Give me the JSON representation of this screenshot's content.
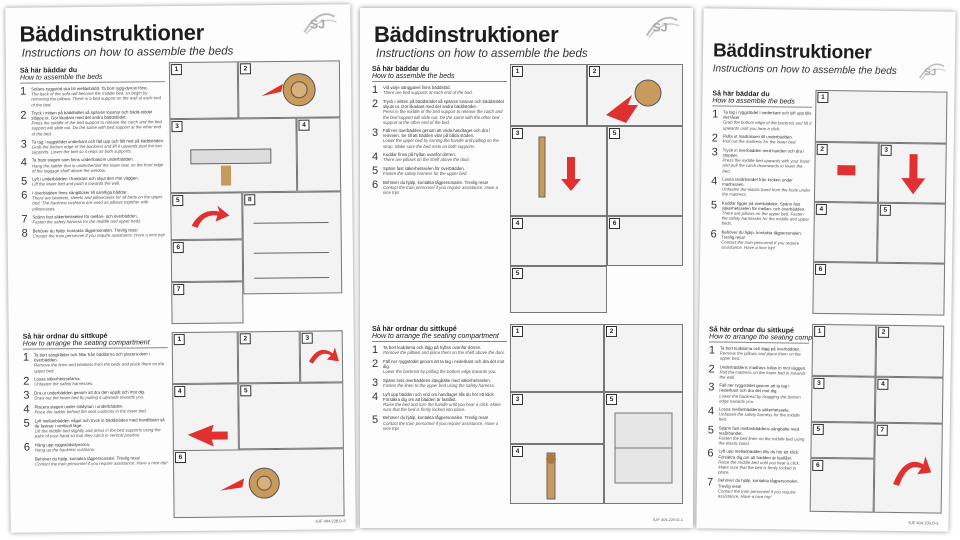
{
  "document": {
    "title": "Bäddinstruktioner",
    "subtitle": "Instructions on how to assemble the beds",
    "logo_text": "SJ",
    "colors": {
      "accent": "#e03030",
      "frame": "#777777",
      "wood": "#c89a5c"
    }
  },
  "sheet_1": {
    "make_bed": {
      "heading": "Så här bäddar du",
      "subheading": "How to assemble the beds",
      "steps": [
        {
          "num": "1",
          "sv": "Sofans ryggstöd ska bli mellanbädd. Ta bort rygg-dynan först.",
          "en": "The back of the sofa will become the middle bed, so begin by removing the pillows. There is a bed support on the wall at each end of the bed."
        },
        {
          "num": "2",
          "sv": "Tryck i mitten på bäddhöllet så spärren lossnar och bädd-stödet släpps ut. Gör likadant med det andra bäddstödet.",
          "en": "Press the middle of the bed support to release the catch and the bed support will slide out. Do the same with bed support at the other end of the bed."
        },
        {
          "num": "3",
          "sv": "Ta tag i ryggstödet underkant och fäll upp och fäll ned på bäddstöden.",
          "en": "Grab the bottom edge of the backrest and lift it upwards past the two supports. Lower the bed so it rests on both supports."
        },
        {
          "num": "4",
          "sv": "Ta fram stegen som finns under/bakom underbädden.",
          "en": "Hang the ladder that is under/behind the lower bed, on the front edge of the luggage shelf above the window."
        },
        {
          "num": "5",
          "sv": "Lyft i underbädden i framkant och skjut den mot väggen.",
          "en": "Lift the lower bed and push it towards the wall."
        },
        {
          "num": "6",
          "sv": "I överbädden finns sänglöcker till samtliga bäddar.",
          "en": "There are blankets, sheets and pillowcases for all beds on the upper bed. The backrest cushions are used as pillows together with pillowcases."
        },
        {
          "num": "7",
          "sv": "Spänn fast säkerhetsselen för mellan- och överbädden.",
          "en": "Fasten the safety harness for the middle and upper beds."
        },
        {
          "num": "8",
          "sv": "Behöver du hjälp, kontakta tågpersonalen. Trevlig resa!",
          "en": "Contact the train personnel if you require assistance. Have a nice trip!"
        }
      ]
    },
    "seating": {
      "heading": "Så här ordnar du sittkupé",
      "subheading": "How to arrange the seating compartment",
      "steps": [
        {
          "num": "1",
          "sv": "Ta bort sängkläder och filtar från bäddarna och placera dem i överbädden.",
          "en": "Remove the linen and blankets from the beds and place them on the upper bed."
        },
        {
          "num": "2",
          "sv": "Lossa säkerhetsselarna.",
          "en": "Unfasten the safety harnesses."
        },
        {
          "num": "3",
          "sv": "Dra ut underbädden genom att dra den uppåt och mot dig.",
          "en": "Draw out the lower bed by pulling it upwards towards you."
        },
        {
          "num": "4",
          "sv": "Placera stegen under sittdynan i underbädden.",
          "en": "Place the ladder behind the seat cushions in the lower bed."
        },
        {
          "num": "5",
          "sv": "Lyft mellanbädden något och tryck in bäddstöden med handflatan så de fastnar i vertikalt läge.",
          "en": "Lift the middle bed slightly and press in the bed supports using the palm of your hand so that they catch in vertical position."
        },
        {
          "num": "6",
          "sv": "Häng upp ryggstödsdynorna.",
          "en": "Hang up the backrest cushions."
        }
      ],
      "closing_sv": "Behöver du hjälp, kontakta tågpersonalen. Trevlig resa!",
      "closing_en": "Contact the train personnel if you require assistance. Have a nice trip!"
    },
    "footer": "SJF 404.228.D-3"
  },
  "sheet_2": {
    "make_bed": {
      "heading": "Så här bäddar du",
      "subheading": "How to assemble the beds",
      "steps": [
        {
          "num": "1",
          "sv": "Vid varje sänggavel finns bäddstöd.",
          "en": "There are bed supports at each end of the bed."
        },
        {
          "num": "2",
          "sv": "Tryck i mitten på bäddstödet så spärren lossnar och bäddstödet skjuts ut. Gör likadant med det andra bäddstödet.",
          "en": "Press in the middle of the bed support to release the catch and the bed support will slide out. Do the same with the other bed support at the other end of the bed."
        },
        {
          "num": "3",
          "sv": "Fäll ner överbädden genom att vrida handtaget och dra i remmen. Se till att bädden vilar på båda stöden.",
          "en": "Lower the upper bed by turning the handle and pulling on the strap. Make sure the bed rests on both supports."
        },
        {
          "num": "4",
          "sv": "Kuddar finns på hyllan ovanför dörren.",
          "en": "There are pillows on the shelf above the door."
        },
        {
          "num": "5",
          "sv": "Spänn fast säkerhetsselen för överbädden.",
          "en": "Fasten the safety harness for the upper bed."
        },
        {
          "num": "6",
          "sv": "Behöver du hjälp, kontakta tågpersonalen. Trevlig resa!",
          "en": "Contact the train personnel if you require assistance. Have a nice trip!"
        }
      ]
    },
    "seating": {
      "heading": "Så här ordnar du sittkupé",
      "subheading": "How to arrange the seating compartment",
      "steps": [
        {
          "num": "1",
          "sv": "Ta bort kuddarna och lägg på hyllan ovanför dörren.",
          "en": "Remove the pillows and place them on the shelf above the door."
        },
        {
          "num": "2",
          "sv": "Fäll ner ryggstödet genom att ta tag i nederkant och dra det mot dig.",
          "en": "Lower the backrest by pulling the bottom edge towards you."
        },
        {
          "num": "3",
          "sv": "Spänn loss överbäddens sängbälte med säkerhetsselen.",
          "en": "Fasten the linen to the upper bed using the safety harness."
        },
        {
          "num": "4",
          "sv": "Lyft upp bädden och vrid om handtaget tills du hör ett klick. Försäkra dig om att bädden är fastlåst.",
          "en": "Raise the bed and turn the handle until you hear a click. Make sure that the bed is firmly locked into place."
        },
        {
          "num": "5",
          "sv": "Behöver du hjälp, kontakta tågpersonalen. Trevlig resa!",
          "en": "Contact the train personnel if you require assistance. Have a nice trip!"
        }
      ]
    },
    "footer": "SJF 404.229.D-1"
  },
  "sheet_3": {
    "make_bed": {
      "heading": "Så här bäddar du",
      "subheading": "How to assemble the beds",
      "steps": [
        {
          "num": "1",
          "sv": "Ta tag i ryggstödet i nederkant och lyft upp tills det låser.",
          "en": "Grab the bottom edge of the backrest and lift it upwards until you hear a click."
        },
        {
          "num": "2",
          "sv": "Rulla ut madrassen till underbädden.",
          "en": "Roll out the mattress for the lower bed."
        },
        {
          "num": "3",
          "sv": "Tryck in överbädden med handen och dra i stoppet.",
          "en": "Press the middle bed upwards with your hand and pull the catch downwards to lower the bed."
        },
        {
          "num": "4",
          "sv": "Lossa resårbandet från kroken under madrassen.",
          "en": "Unfasten the elastic band from the hook under the mattress."
        },
        {
          "num": "5",
          "sv": "Kuddar ligger på överbädden. Spänn fast säkerhetsselen för mellan- och överbädden.",
          "en": "There are pillows on the upper bed. Fasten the safety harnesses for the middle and upper beds."
        },
        {
          "num": "6",
          "sv": "Behöver du hjälp, kontakta tågpersonalen. Trevlig resa!",
          "en": "Contact the train personnel if you require assistance. Have a nice trip!"
        }
      ]
    },
    "seating": {
      "heading": "Så här ordnar du sittkupé",
      "subheading": "How to arrange the seating compartment",
      "steps": [
        {
          "num": "1",
          "sv": "Ta bort kuddarna och lägg på överbädden.",
          "en": "Remove the pillows and place them on the upper bed."
        },
        {
          "num": "2",
          "sv": "Underbäddens madrass rullas in mot väggen.",
          "en": "Roll the mattress on the lower bed in towards the wall."
        },
        {
          "num": "3",
          "sv": "Fäll ner ryggstödet genom att ta tag i nederkant och dra det mot dig.",
          "en": "Lower the backrest by dragging the bottom edge towards you."
        },
        {
          "num": "4",
          "sv": "Lossa mellanbäddens säkerhetssele.",
          "en": "Unfasten the safety harness for the middle bed."
        },
        {
          "num": "5",
          "sv": "Spänn fast mellanbäddens sängbälte med resårbandet.",
          "en": "Fasten the bed linen on the middle bed using the elastic band."
        },
        {
          "num": "6",
          "sv": "Lyft upp mellanbädden tills du hör ett klick. Försäkra dig om att bädden är fastlåst.",
          "en": "Raise the middle bed until you hear a click. Make sure that the bed is firmly locked in place."
        },
        {
          "num": "7",
          "sv": "Behöver du hjälp, kontakta tågpersonalen. Trevlig resa!",
          "en": "Contact the train personnel if you require assistance. Have a nice trip!"
        }
      ]
    },
    "footer": "SJF 404.230.D-2"
  },
  "panels": {
    "sheet_1": [
      "1",
      "2",
      "3",
      "4",
      "5",
      "6",
      "7",
      "8",
      "1",
      "2",
      "3",
      "4",
      "5",
      "6"
    ],
    "sheet_2": [
      "1",
      "2",
      "3",
      "4",
      "5",
      "6",
      "1",
      "2",
      "3",
      "4",
      "5"
    ],
    "sheet_3": [
      "1",
      "2",
      "3",
      "4",
      "5",
      "6",
      "1",
      "2",
      "3",
      "4",
      "5",
      "6",
      "7"
    ]
  }
}
